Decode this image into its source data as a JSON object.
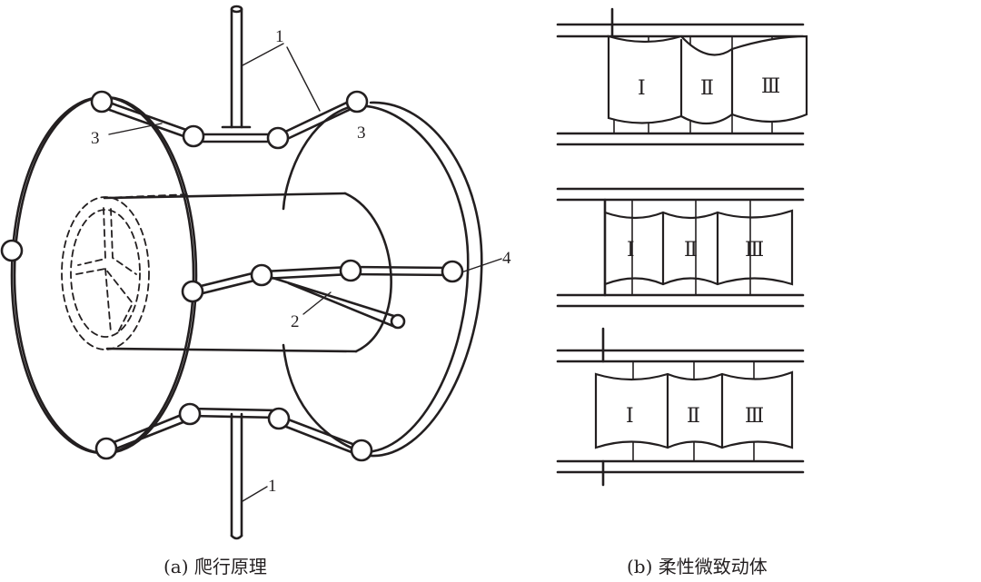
{
  "panel_a": {
    "caption": "(a) 爬行原理",
    "callouts": {
      "top_leg": "1",
      "bottom_leg": "1",
      "left_arm": "3",
      "right_arm": "3",
      "inner_link": "2",
      "ring_hub": "4"
    }
  },
  "panel_b": {
    "caption": "(b) 柔性微致动体",
    "segment_labels": [
      "Ⅰ",
      "Ⅱ",
      "Ⅲ"
    ]
  },
  "colors": {
    "line": "#231f20",
    "background": "#ffffff"
  }
}
